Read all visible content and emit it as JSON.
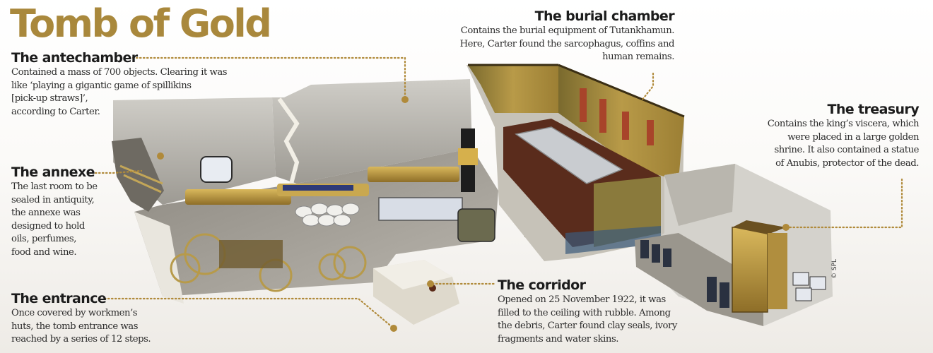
{
  "title": "Tomb of Gold",
  "colors": {
    "title_gold": "#a9883c",
    "leader_gold": "#b08a3a",
    "heading_text": "#1c1c1c",
    "body_text": "#2c2c2c"
  },
  "labels": {
    "antechamber": {
      "heading": "The antechamber",
      "lines": [
        "Contained a mass of 700 objects. Clearing it was",
        "like ‘playing a gigantic game of spillikins",
        "[pick-up straws]’,",
        "according to Carter."
      ]
    },
    "annexe": {
      "heading": "The annexe",
      "lines": [
        "The last room to be",
        "sealed in antiquity,",
        "the annexe was",
        "designed to hold",
        "oils, perfumes,",
        "food and wine."
      ]
    },
    "entrance": {
      "heading": "The entrance",
      "lines": [
        "Once covered by workmen’s",
        "huts, the tomb entrance was",
        "reached by a series of 12 steps."
      ]
    },
    "burial_chamber": {
      "heading": "The burial chamber",
      "lines": [
        "Contains the burial equipment of Tutankhamun.",
        "Here, Carter found the sarcophagus, coffins and",
        "human remains."
      ]
    },
    "treasury": {
      "heading": "The treasury",
      "lines": [
        "Contains the king’s viscera, which",
        "were placed in a large golden",
        "shrine. It also contained a statue",
        "of Anubis, protector of the dead."
      ]
    },
    "corridor": {
      "heading": "The corridor",
      "lines": [
        "Opened on 25 November 1922, it was",
        "filled to the ceiling with rubble. Among",
        "the debris, Carter found clay seals, ivory",
        "fragments and water skins."
      ]
    }
  },
  "illustration": {
    "description": "Cutaway illustration of Tutankhamun's tomb showing antechamber, annexe, burial chamber, treasury, corridor and entrance"
  },
  "credit": "© SPL"
}
